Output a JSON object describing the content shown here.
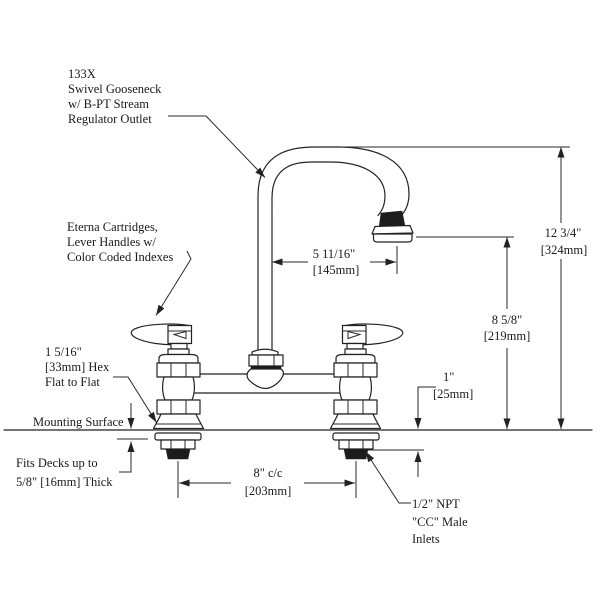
{
  "drawing": {
    "callouts": {
      "spout": {
        "lines": [
          "133X",
          "Swivel Gooseneck",
          "w/ B-PT Stream",
          "Regulator Outlet"
        ]
      },
      "cartridges": {
        "lines": [
          "Eterna Cartridges,",
          "Lever Handles w/",
          "Color Coded Indexes"
        ]
      },
      "hex": {
        "lines": [
          "1 5/16\"",
          "[33mm] Hex",
          "Flat to Flat"
        ]
      },
      "mounting_surface": {
        "lines": [
          "Mounting Surface"
        ]
      },
      "deck": {
        "lines": [
          "Fits Decks up to",
          "5/8\" [16mm] Thick"
        ]
      },
      "inlets": {
        "lines": [
          "1/2\" NPT",
          "\"CC\" Male",
          "Inlets"
        ]
      }
    },
    "dimensions": {
      "spout_reach": {
        "imperial": "5 11/16\"",
        "metric": "[145mm]"
      },
      "overall_height": {
        "imperial": "12 3/4\"",
        "metric": "[324mm]"
      },
      "outlet_height": {
        "imperial": "8 5/8\"",
        "metric": "[219mm]"
      },
      "shank_exposure": {
        "imperial": "1\"",
        "metric": "[25mm]"
      },
      "faucet_centers": {
        "imperial": "8\" c/c",
        "metric": "[203mm]"
      }
    },
    "colors": {
      "line": "#222222",
      "background": "#ffffff",
      "dark_fill": "#1c1c1c"
    }
  }
}
